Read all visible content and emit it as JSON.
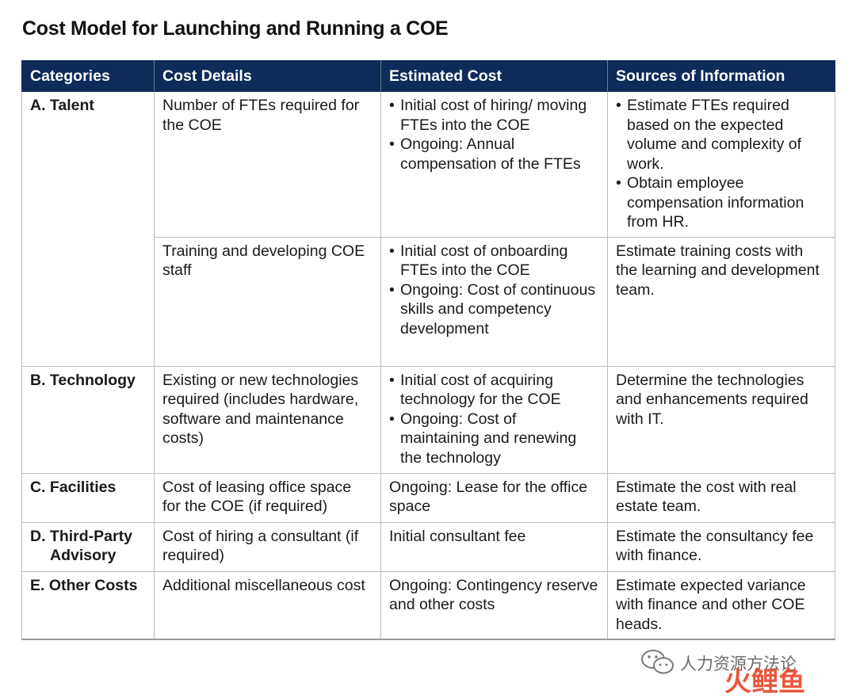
{
  "title": "Cost Model for Launching and Running a COE",
  "headers": [
    "Categories",
    "Cost Details",
    "Estimated Cost",
    "Sources of Information"
  ],
  "rows": {
    "talent_fte": {
      "category": "A. Talent",
      "details": "Number of FTEs required for the COE",
      "cost": [
        "Initial cost of hiring/ moving FTEs into the COE",
        "Ongoing: Annual compensation of the FTEs"
      ],
      "sources": [
        "Estimate FTEs required based on the expected volume and complexity of work.",
        "Obtain employee compensation information from HR."
      ]
    },
    "talent_training": {
      "details": "Training and developing COE staff",
      "cost": [
        "Initial cost of onboarding FTEs into the COE",
        "Ongoing: Cost of continuous skills and competency development"
      ],
      "sources": "Estimate training costs with the learning and development team."
    },
    "technology": {
      "category": "B. Technology",
      "details": "Existing or new technologies required (includes hardware, software and maintenance costs)",
      "cost": [
        "Initial cost of acquiring technology for the COE",
        "Ongoing: Cost of maintaining and renewing the technology"
      ],
      "sources": "Determine the technologies and enhancements required with IT."
    },
    "facilities": {
      "category": "C. Facilities",
      "details": "Cost of leasing office space for the COE (if required)",
      "cost": "Ongoing: Lease for the office space",
      "sources": "Estimate the cost with real estate team."
    },
    "third_party": {
      "category_line1": "D. Third-Party",
      "category_line2": "Advisory",
      "details": "Cost of hiring a consultant (if required)",
      "cost": "Initial consultant fee",
      "sources": "Estimate the consultancy fee with finance."
    },
    "other": {
      "category": "E. Other Costs",
      "details": "Additional miscellaneous cost",
      "cost": "Ongoing: Contingency reserve and other costs",
      "sources": "Estimate expected variance with finance and other COE heads."
    }
  },
  "watermark": {
    "text": "人力资源方法论",
    "logo_text": "火鲤鱼",
    "icon": "wechat-icon",
    "logo_colors": [
      "#e8472a",
      "#f2a23a"
    ]
  },
  "colors": {
    "header_bg": "#0f2b5b",
    "header_text": "#ffffff",
    "border": "#bdbdbd"
  }
}
